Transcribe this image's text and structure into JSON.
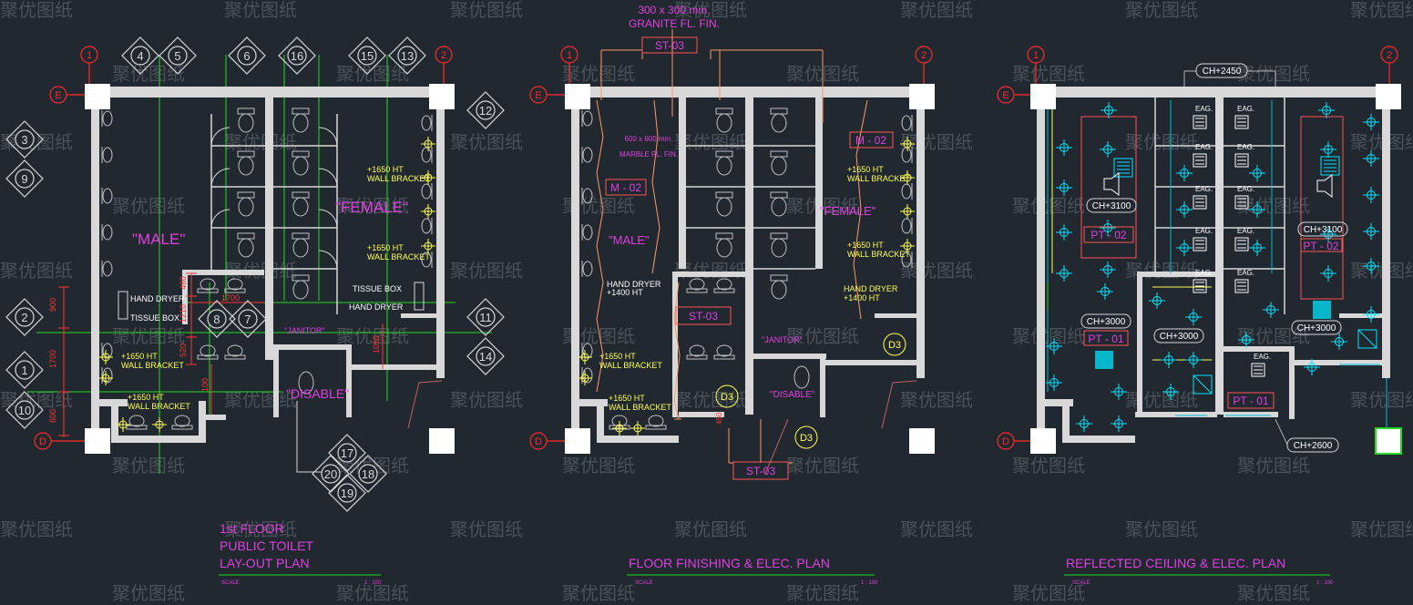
{
  "watermark": "聚优图纸",
  "colors": {
    "background": "#212830",
    "wall": "#d8d8d8",
    "room_label": "#e040e0",
    "annotation": "#ffff55",
    "grid_bubble": "#ff2a2a",
    "grid_line": "#22dd22",
    "dimension": "#ff3333",
    "fixture": "#c0c0c0",
    "ceiling_light": "#00e5ff",
    "finish_boundary": "#ff9966",
    "pattern_box": "#ff5555"
  },
  "grid_labels": [
    "1",
    "2",
    "E",
    "D"
  ],
  "plan1": {
    "title_lines": [
      "1st FLOOR",
      "PUBLIC TOILET",
      "LAY-OUT PLAN"
    ],
    "scale_left": "SCALE",
    "scale_right": "1 : 100",
    "rooms": {
      "male": "\"MALE\"",
      "female": "\"FEMALE\"",
      "janitor": "\"JANITOR\"",
      "disable": "\"DISABLE\""
    },
    "notes": {
      "hand_dryer": "HAND DRYER",
      "tissue_box": "TISSUE BOX",
      "bracket_ht": "+1650 HT",
      "bracket": "WALL BRACKET"
    },
    "dims": [
      "900",
      "1700",
      "600",
      "1700",
      "480",
      "1210",
      "520",
      "100",
      "1050"
    ],
    "section_markers": [
      "4",
      "5",
      "6",
      "16",
      "15",
      "13",
      "12",
      "3",
      "9",
      "2",
      "1",
      "10",
      "8",
      "7",
      "11",
      "14",
      "17",
      "20",
      "18",
      "19"
    ]
  },
  "plan2": {
    "title": "FLOOR FINISHING & ELEC. PLAN",
    "scale_left": "SCALE",
    "scale_right": "1 : 100",
    "granite_1": "300 x 300 mm.",
    "granite_2": "GRANITE FL. FIN.",
    "marble_1": "600 x 600 mm.",
    "marble_2": "MARBLE FL. FIN.",
    "tags": {
      "st03_top": "ST-03",
      "st03_mid": "ST-03",
      "st03_bot": "ST-03",
      "m02_left": "M - 02",
      "m02_right": "M - 02"
    },
    "rooms": {
      "male": "\"MALE\"",
      "female": "\"FEMALE\"",
      "janitor": "\"JANITOR\"",
      "disable": "\"DISABLE\""
    },
    "notes": {
      "hand_dryer": "HAND DRYER",
      "hand_dryer_ht": "+1400 HT",
      "bracket_ht": "+1650 HT",
      "bracket": "WALL BRACKET"
    },
    "doors": [
      "D3",
      "D3",
      "D3"
    ],
    "dim_450": "450"
  },
  "plan3": {
    "title": "REFLECTED CEILING & ELEC. PLAN",
    "scale_left": "SCALE",
    "scale_right": "1 : 100",
    "ceiling_heights": {
      "ch2450": "CH+2450",
      "ch3100_l": "CH+3100",
      "ch3100_r": "CH+3100",
      "ch3000_l": "CH+3000",
      "ch3000_m": "CH+3000",
      "ch3000_r": "CH+3000",
      "ch2600": "CH+2600"
    },
    "patterns": {
      "pt02_l": "PT - 02",
      "pt02_r": "PT - 02",
      "pt01_l": "PT - 01",
      "pt01_r": "PT - 01"
    },
    "eag": "EAG."
  }
}
